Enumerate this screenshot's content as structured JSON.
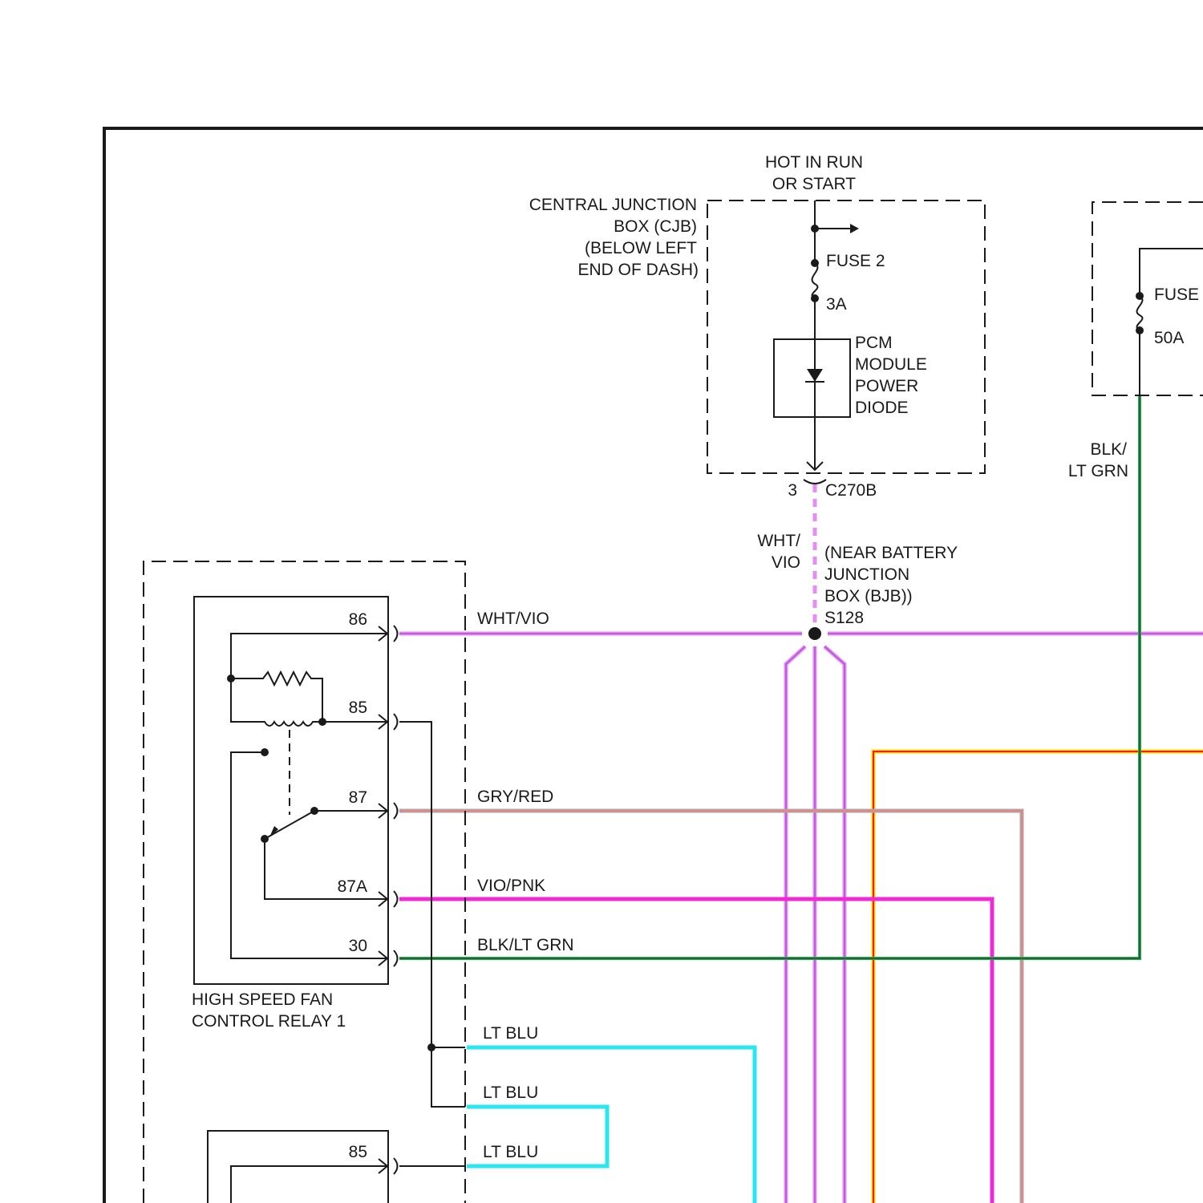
{
  "colors": {
    "wht_vio": "#e48ef0",
    "vio_core": "#b04fd8",
    "gry_red": "#f08080",
    "gry": "#a8a8a8",
    "vio_pnk": "#ee2ad6",
    "blk_lt_grn": "#22b14c",
    "lt_blu": "#2ae6ee",
    "red": "#ff1a1a",
    "yellow": "#ffd800"
  },
  "cjb": {
    "hot_label_1": "HOT IN RUN",
    "hot_label_2": "OR START",
    "name_1": "CENTRAL JUNCTION",
    "name_2": "BOX (CJB)",
    "name_3": "(BELOW LEFT",
    "name_4": "END OF DASH)",
    "fuse_name": "FUSE 2",
    "fuse_rating": "3A",
    "diode_1": "PCM",
    "diode_2": "MODULE",
    "diode_3": "POWER",
    "diode_4": "DIODE"
  },
  "connector": {
    "pin": "3",
    "name": "C270B"
  },
  "splice": {
    "wire_1": "WHT/",
    "wire_2": "VIO",
    "loc_1": "(NEAR BATTERY",
    "loc_2": "JUNCTION",
    "loc_3": "BOX (BJB))",
    "name": "S128"
  },
  "bjb": {
    "fuse_name": "FUSE",
    "fuse_rating": "50A",
    "wire_1": "BLK/",
    "wire_2": "LT GRN"
  },
  "relay1": {
    "name_1": "HIGH SPEED FAN",
    "name_2": "CONTROL RELAY 1",
    "pin_86": "86",
    "pin_85": "85",
    "pin_87": "87",
    "pin_87a": "87A",
    "pin_30": "30"
  },
  "relay2": {
    "pin_85": "85"
  },
  "wires": {
    "w86": "WHT/VIO",
    "w87": "GRY/RED",
    "w87a": "VIO/PNK",
    "w30": "BLK/LT GRN",
    "lt_blu_1": "LT BLU",
    "lt_blu_2": "LT BLU",
    "lt_blu_3": "LT BLU"
  }
}
